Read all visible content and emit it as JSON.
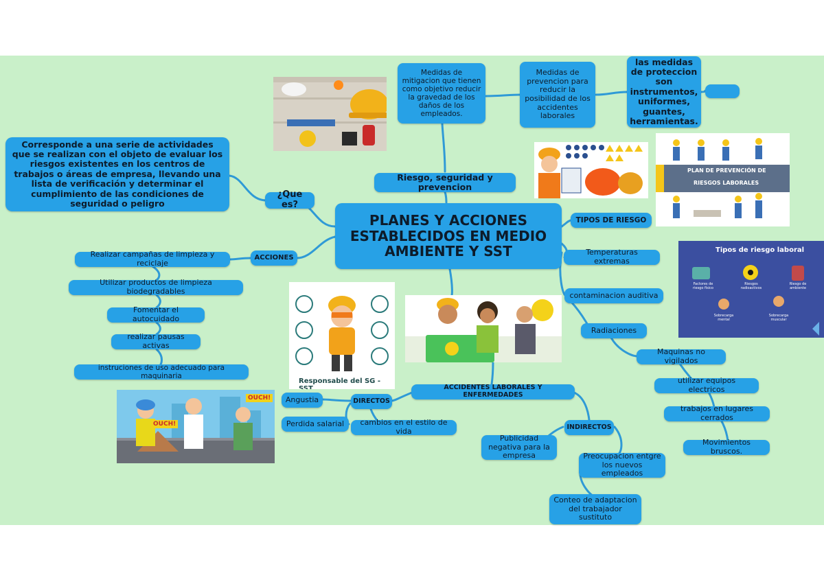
{
  "central": "PLANES Y ACCIONES ESTABLECIDOS EN MEDIO AMBIENTE Y SST",
  "nodes": {
    "que_es": "¿Que es?",
    "que_es_desc": "Corresponde a una serie de actividades que se realizan con el objeto de evaluar los riesgos existentes en los centros de trabajos o áreas de empresa, llevando una lista de verificación y determinar el cumplimiento de las condiciones de seguridad o peligro",
    "riesgo": "Riesgo, seguridad y prevencion",
    "mitigacion": "Medidas de mitigacion que tienen como objetivo reducir la gravedad de los daños de los empleados.",
    "prevencion": "Medidas de prevencion para reducir la posibilidad de los accidentes laborales",
    "proteccion": "las medidas de proteccion son instrumentos, uniformes, guantes, herramientas.",
    "empty": "",
    "acciones": "ACCIONES",
    "acc1": "Realizar campañas de limpieza y reciclaje",
    "acc2": "Utilizar productos de limpieza biodegradables",
    "acc3": "Fomentar el autocuidado",
    "acc4": "realizar pausas activas",
    "acc5": "instruciones de uso adecuado para maquinaria",
    "tipos": "TIPOS DE RIESGO",
    "t1": "Temperaturas extremas",
    "t2": "contaminacion auditiva",
    "t3": "Radiaciones",
    "t4": "Maquinas no vigilados",
    "t5": "utilizar equipos electricos",
    "t6": "trabajos en lugares cerrados",
    "t7": "Movimientos bruscos.",
    "accidentes": "ACCIDENTES LABORALES Y ENFERMEDADES",
    "directos": "DIRECTOS",
    "d1": "Angustia",
    "d2": "Perdida salarial",
    "d3": "cambios en el estilo de vida",
    "indirectos": "INDIRECTOS",
    "i1": "Publicidad negativa para la empresa",
    "i2": "Preocupacion entgre los nuevos empleados",
    "i3": "Conteo de adaptacion del trabajador sustituto"
  },
  "images": {
    "plan_title": "PLAN DE PREVENCIÓN DE",
    "plan_sub": "RIESGOS LABORALES",
    "tipos_title": "Tipos de riesgo laboral",
    "tipos_labels": [
      "Factores de riesgo físico",
      "Riesgos radioactivos",
      "Riesgo de ambiente",
      "Sobrecarga mental",
      "Sobrecarga muscular"
    ],
    "responsable": "Responsable del SG - SST",
    "ouch1": "OUCH!",
    "ouch2": "OUCH!"
  },
  "colors": {
    "node": "#27a1e6",
    "line": "#2f9ad6",
    "canvas": "#c9f0c9"
  }
}
